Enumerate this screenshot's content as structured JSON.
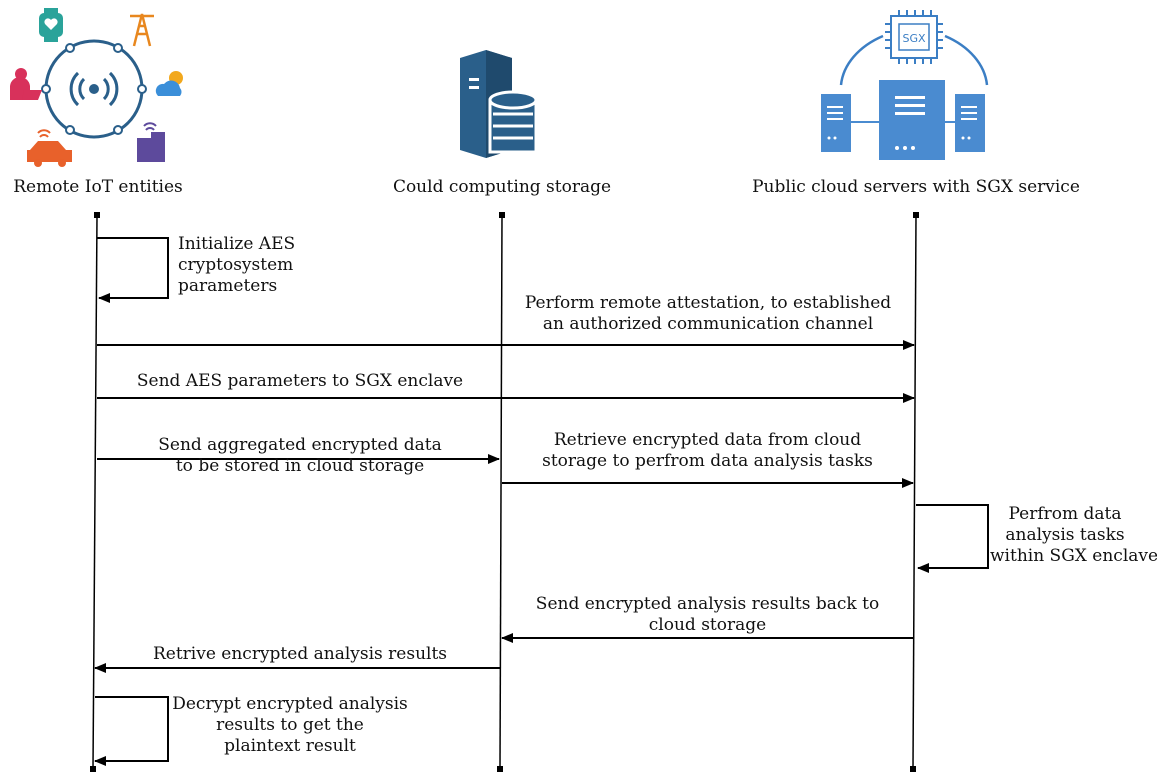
{
  "actors": {
    "iot": "Remote IoT entities",
    "storage": "Could computing storage",
    "sgx": "Public cloud servers with SGX  service",
    "sgx_chip_label": "SGX"
  },
  "messages": {
    "m1": [
      "Initialize AES",
      "cryptosystem",
      "parameters"
    ],
    "m2": [
      "Perform remote attestation, to established",
      "an authorized communication channel"
    ],
    "m3": [
      "Send AES parameters to SGX enclave"
    ],
    "m4": [
      "Send aggregated encrypted data",
      "to be stored in cloud storage"
    ],
    "m5": [
      "Retrieve encrypted data from cloud",
      "storage to perfrom data analysis tasks"
    ],
    "m6": [
      "Perfrom data",
      "analysis tasks",
      "within SGX enclave"
    ],
    "m7": [
      "Send encrypted analysis results back to",
      "cloud storage"
    ],
    "m8": [
      "Retrive encrypted analysis results"
    ],
    "m9": [
      "Decrypt encrypted analysis",
      "results to get the",
      "plaintext result"
    ]
  },
  "colors": {
    "server_blue": "#2a5f8a",
    "sgx_blue": "#3b7ec4",
    "iot_ring": "#2a5f8a"
  }
}
